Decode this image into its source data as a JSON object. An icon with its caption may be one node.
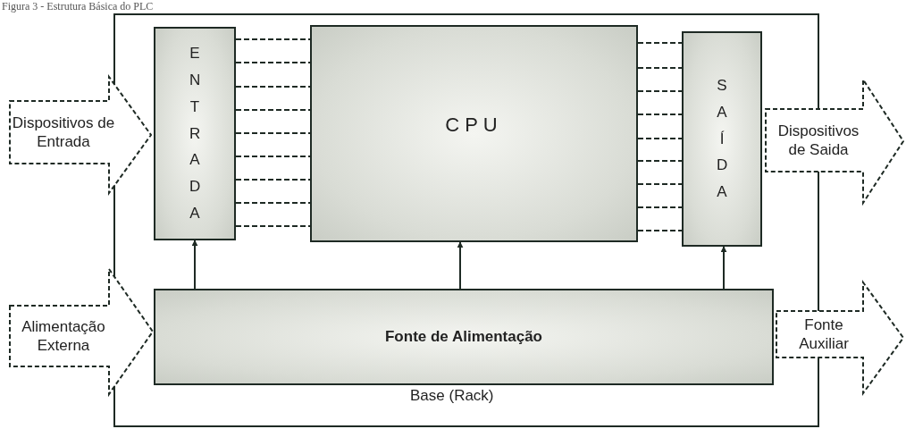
{
  "diagram": {
    "title": "Figura 3 - Estrutura Básica do PLC",
    "nodes": [
      {
        "text": [
          "Base (Rack)"
        ]
      },
      {
        "text": [
          "ENTRADA"
        ],
        "in": 0
      },
      {
        "text": [
          "CPU"
        ],
        "in": 0
      },
      {
        "text": [
          "SAÍDA"
        ],
        "in": 0
      },
      {
        "text": [
          "Fonte de Alimentação"
        ],
        "in": 0
      },
      {
        "text": [
          "Dispositivos de Entrada"
        ]
      },
      {
        "text": [
          "Dispositivos de Saida"
        ]
      },
      {
        "text": [
          "Alimentação Externa"
        ]
      },
      {
        "text": [
          "Fonte Auxiliar"
        ]
      }
    ],
    "edges": [
      {
        "from": 4,
        "to": 1,
        "arrow": "to"
      },
      {
        "from": 4,
        "to": 2,
        "arrow": "to"
      },
      {
        "from": 4,
        "to": 3,
        "arrow": "to"
      },
      {
        "from": 1,
        "to": 2,
        "arrow": "none",
        "style": "dashed"
      },
      {
        "from": 1,
        "to": 2,
        "arrow": "none",
        "style": "dashed"
      },
      {
        "from": 1,
        "to": 2,
        "arrow": "none",
        "style": "dashed"
      },
      {
        "from": 1,
        "to": 2,
        "arrow": "none",
        "style": "dashed"
      },
      {
        "from": 1,
        "to": 2,
        "arrow": "none",
        "style": "dashed"
      },
      {
        "from": 1,
        "to": 2,
        "arrow": "none",
        "style": "dashed"
      },
      {
        "from": 1,
        "to": 2,
        "arrow": "none",
        "style": "dashed"
      },
      {
        "from": 1,
        "to": 2,
        "arrow": "none",
        "style": "dashed"
      },
      {
        "from": 1,
        "to": 2,
        "arrow": "none",
        "style": "dashed"
      },
      {
        "from": 2,
        "to": 3,
        "arrow": "none",
        "style": "dashed"
      },
      {
        "from": 2,
        "to": 3,
        "arrow": "none",
        "style": "dashed"
      },
      {
        "from": 2,
        "to": 3,
        "arrow": "none",
        "style": "dashed"
      },
      {
        "from": 2,
        "to": 3,
        "arrow": "none",
        "style": "dashed"
      },
      {
        "from": 2,
        "to": 3,
        "arrow": "none",
        "style": "dashed"
      },
      {
        "from": 2,
        "to": 3,
        "arrow": "none",
        "style": "dashed"
      },
      {
        "from": 2,
        "to": 3,
        "arrow": "none",
        "style": "dashed"
      },
      {
        "from": 2,
        "to": 3,
        "arrow": "none",
        "style": "dashed"
      },
      {
        "from": 2,
        "to": 3,
        "arrow": "none",
        "style": "dashed"
      }
    ]
  }
}
